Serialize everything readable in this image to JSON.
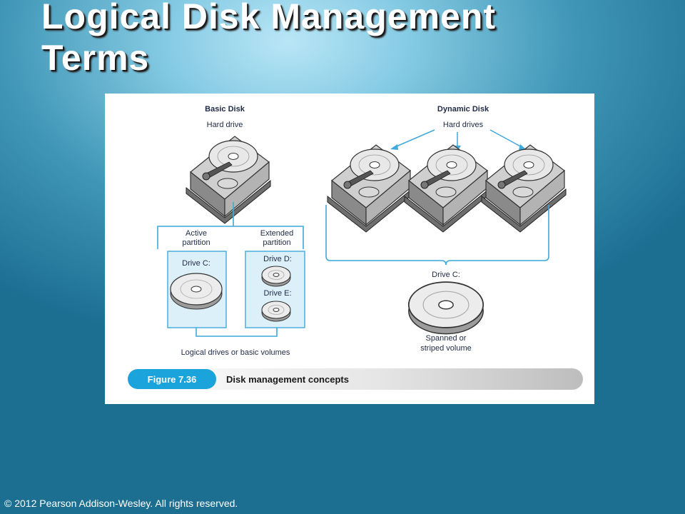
{
  "slide": {
    "title_line1": "Logical Disk Management",
    "title_line2": "Terms",
    "footer": "© 2012 Pearson Addison-Wesley. All rights reserved."
  },
  "figure": {
    "basic_heading": "Basic Disk",
    "basic_drive_label": "Hard drive",
    "active_partition_1": "Active",
    "active_partition_2": "partition",
    "extended_partition_1": "Extended",
    "extended_partition_2": "partition",
    "drive_c": "Drive C:",
    "drive_d": "Drive D:",
    "drive_e": "Drive E:",
    "logical_drives": "Logical drives or basic volumes",
    "dynamic_heading": "Dynamic Disk",
    "dynamic_drives_label": "Hard drives",
    "dynamic_drive_c": "Drive C:",
    "spanned_1": "Spanned or",
    "spanned_2": "striped volume",
    "caption_number": "Figure 7.36",
    "caption_text": "Disk management concepts"
  },
  "colors": {
    "figure_blue": "#3fa9dc",
    "partition_fill": "#dcf0fa",
    "caption_pill": "#1ba3dc"
  }
}
